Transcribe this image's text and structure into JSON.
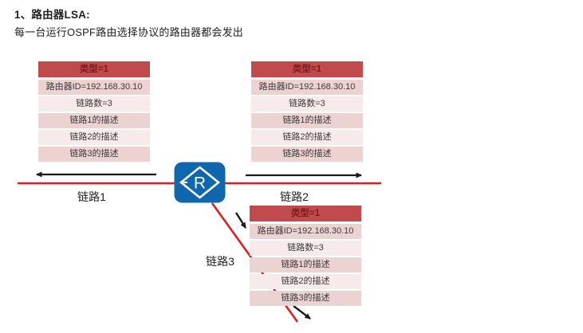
{
  "page": {
    "title": "1、路由器LSA:",
    "subtitle": "每一台运行OSPF路由选择协议的路由器都会发出"
  },
  "lsa": {
    "header": "类型=1",
    "rows": [
      "路由器ID=192.168.30.10",
      "链路数=3",
      "链路1的描述",
      "链路2的描述",
      "链路3的描述"
    ]
  },
  "links": {
    "link1": "链路1",
    "link2": "链路2",
    "link3": "链路3"
  },
  "router": {
    "label": "R"
  },
  "colors": {
    "header_bg": "#c14a4c",
    "header_text": "#7d1b1d",
    "row_dark": "#edd2d2",
    "row_light": "#f7eaea",
    "link_red": "#dd1f22",
    "arrow_black": "#1a1a1a",
    "router_blue": "#0f67ad"
  }
}
